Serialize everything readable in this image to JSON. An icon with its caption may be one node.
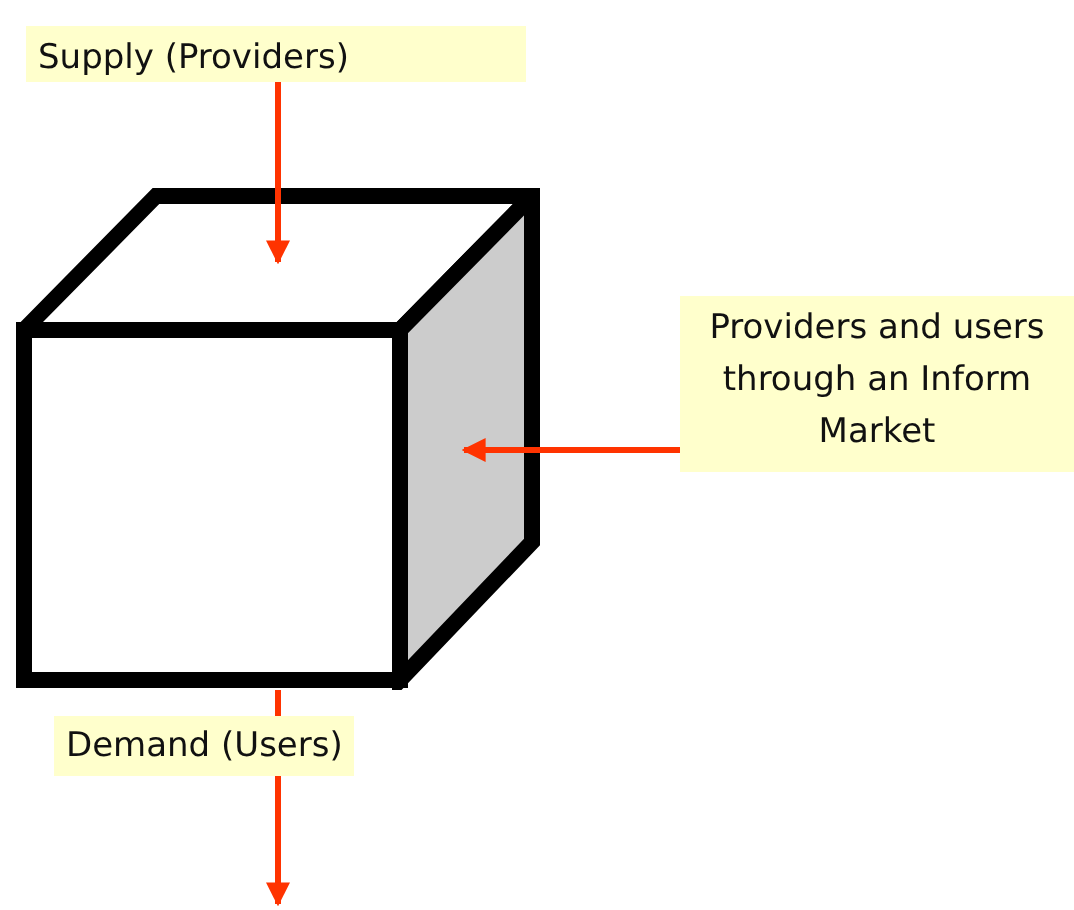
{
  "diagram": {
    "nodes": [
      {
        "text": [
          "Supply (Providers)"
        ]
      },
      {
        "text": [],
        "shape": "box"
      },
      {
        "text": [
          "Providers and users through an Inform Market"
        ]
      }
    ],
    "edges": [
      {
        "from": 0,
        "to": 1,
        "arrow": "to"
      },
      {
        "from": 2,
        "to": 1,
        "arrow": "to"
      },
      {
        "from": 1,
        "to": null,
        "arrow": "to",
        "label": "Demand (Users)"
      }
    ]
  }
}
